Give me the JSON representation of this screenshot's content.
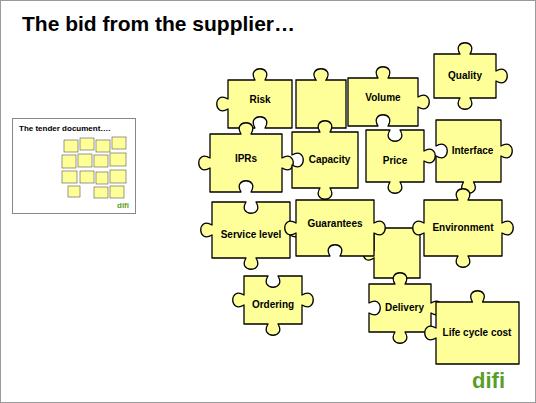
{
  "diagram": {
    "title": "The bid from the supplier…",
    "nodes": [
      {
        "text": [
          "The tender document…."
        ]
      },
      {
        "text": [
          "Risk"
        ]
      },
      {
        "text": [
          "Volume"
        ]
      },
      {
        "text": [
          "Quality"
        ]
      },
      {
        "text": [
          "IPRs"
        ]
      },
      {
        "text": [
          "Capacity"
        ]
      },
      {
        "text": [
          "Price"
        ]
      },
      {
        "text": [
          "Interface"
        ]
      },
      {
        "text": [
          "Service level"
        ]
      },
      {
        "text": [
          "Guarantees"
        ]
      },
      {
        "text": [
          "Environment"
        ]
      },
      {
        "text": [
          "Ordering"
        ]
      },
      {
        "text": [
          "Delivery"
        ]
      },
      {
        "text": [
          "Life cycle cost"
        ]
      }
    ],
    "labels": [
      "difi",
      "difi"
    ]
  }
}
